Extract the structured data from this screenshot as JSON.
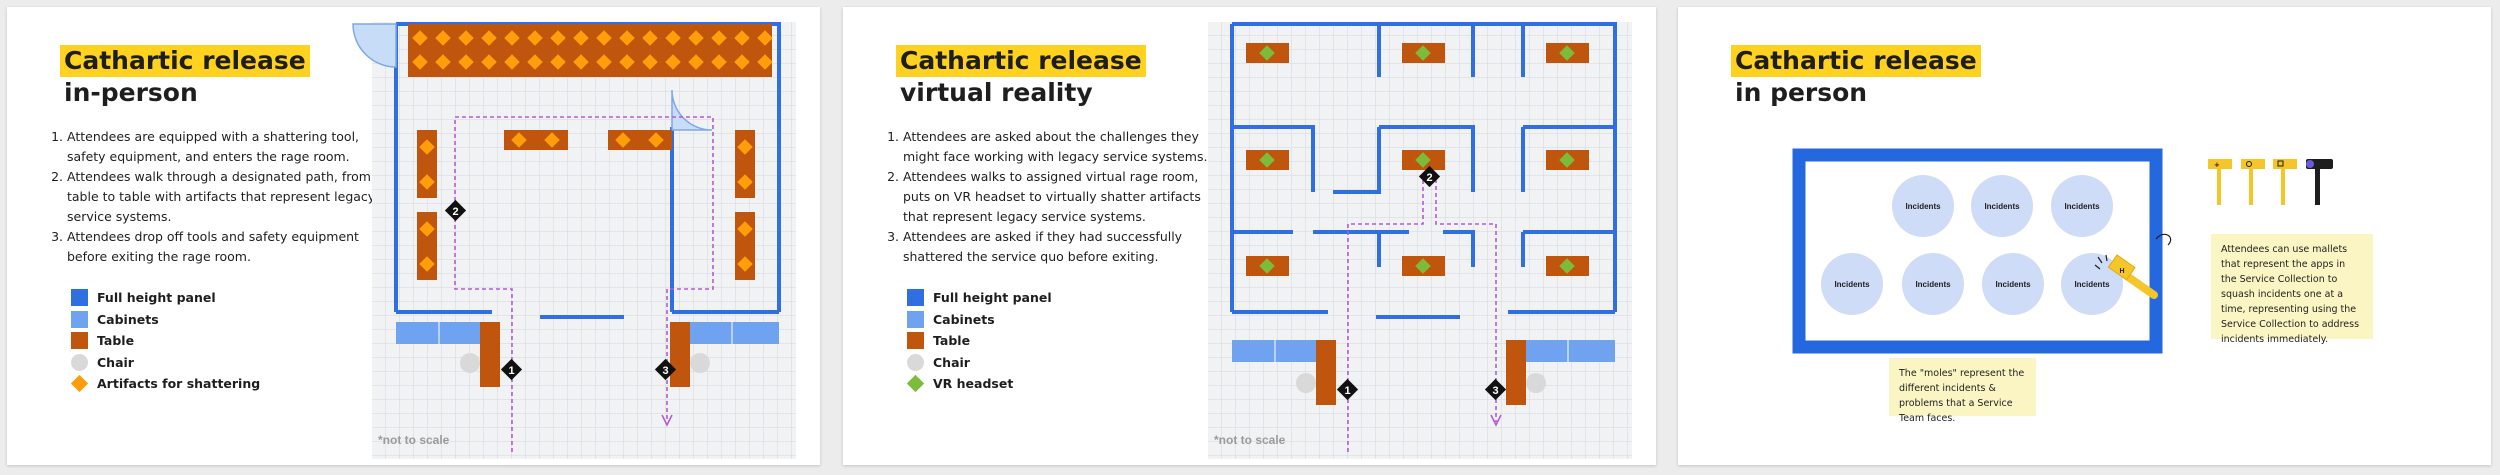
{
  "cards": [
    {
      "title_line1": "Cathartic release",
      "title_line2": "in-person",
      "steps": [
        "Attendees are equipped with a shattering tool, safety equipment, and enters the rage room.",
        "Attendees walk through a designated path, from table to table with artifacts that represent legacy service systems.",
        "Attendees drop off tools and safety equipment before exiting the rage room."
      ],
      "legend": [
        "Full height panel",
        "Cabinets",
        "Table",
        "Chair",
        "Artifacts for shattering"
      ],
      "markers": [
        "1",
        "2",
        "3"
      ],
      "footnote": "*not to scale"
    },
    {
      "title_line1": "Cathartic release",
      "title_line2": "virtual reality",
      "steps": [
        "Attendees are asked about the challenges they might face working with legacy service systems.",
        "Attendees walks to assigned virtual rage room, puts on VR headset to virtually shatter artifacts that represent legacy service systems.",
        "Attendees are asked if they had successfully shattered the service quo before exiting."
      ],
      "legend": [
        "Full height panel",
        "Cabinets",
        "Table",
        "Chair",
        "VR headset"
      ],
      "markers": [
        "1",
        "2",
        "3"
      ],
      "footnote": "*not to scale"
    },
    {
      "title_line1": "Cathartic release",
      "title_line2": "in person",
      "circle_label": "Incidents",
      "hammer_label": "H",
      "note_moles": "The \"moles\" represent the different incidents & problems that a Service Team faces.",
      "note_mallets": "Attendees can use mallets that represent the apps in the Service Collection to squash incidents one at a time, representing using the Service Collection to address incidents immediately."
    }
  ],
  "colors": {
    "highlight": "#ffd21f",
    "full_height_panel": "#2f6fe0",
    "cabinets": "#6fa3f0",
    "table": "#c0560e",
    "chair": "#d9d9d9",
    "artifact": "#ff9e0a",
    "vr_headset": "#7dbb3c",
    "path": "#b35ad8",
    "note": "#fbf5c4"
  }
}
